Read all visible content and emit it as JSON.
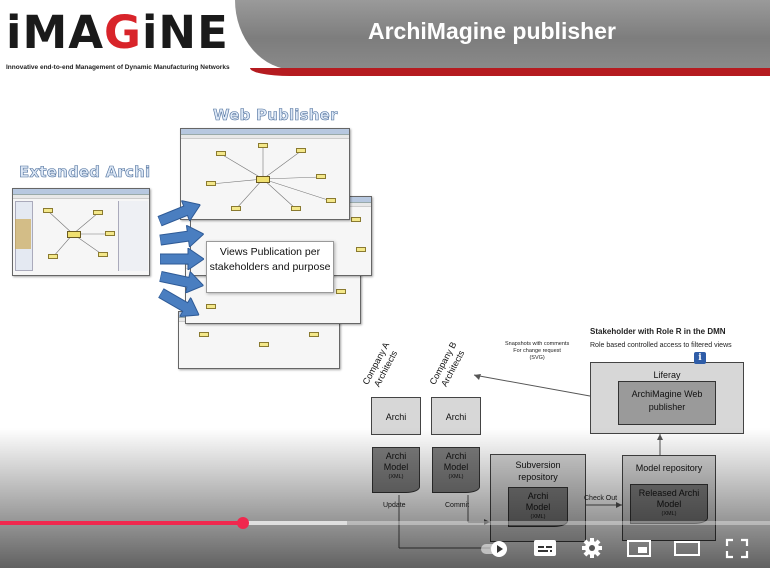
{
  "slide": {
    "logo": "iMAGiNE",
    "logo_tagline": "Innovative end-to-end Management of Dynamic Manufacturing Networks",
    "title": "ArchiMagine publisher",
    "web_publisher_label": "Web Publisher",
    "extended_archi_label": "Extended Archi",
    "callout": "Views Publication per stakeholders and purpose"
  },
  "diagram": {
    "stakeholder_title": "Stakeholder with Role R in the DMN",
    "stakeholder_subtitle": "Role based controlled access to  filtered views",
    "snapshots_note": "Snapshots with comments\nFor change request\n(SVG)",
    "company_a": "Company A\nArchitects",
    "company_b": "Company B\nArchitects",
    "archi_label": "Archi",
    "archi_model_label": "Archi\nModel",
    "archi_model_sub": "(XML)",
    "update_label": "Update",
    "commit_label": "Commit",
    "subversion_title": "Subversion\nrepository",
    "svn_model_sub": "(XML)",
    "check_out_label": "Check Out",
    "model_repo_title": "Model repository",
    "released_model": "Released Archi\nModel",
    "released_model_sub": "(XML)",
    "liferay_title": "Liferay",
    "publisher_box": "ArchiMagine Web\npublisher",
    "info_badge": "i"
  },
  "player": {
    "progress_played": 0.315,
    "progress_buffered": 0.45,
    "icons": [
      "autoplay-toggle-icon",
      "subtitles-icon",
      "settings-gear-icon",
      "miniplayer-icon",
      "theater-mode-icon",
      "fullscreen-icon"
    ]
  },
  "colors": {
    "brand_red": "#d8242a",
    "header_grey": "#8a8a8a",
    "progress_red": "#f0284e",
    "arrow_blue": "#4a7ec0"
  }
}
